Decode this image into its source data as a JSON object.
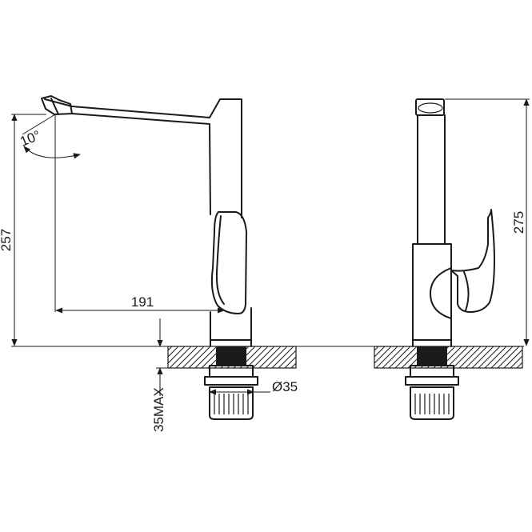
{
  "dimensions": {
    "spout_angle": "10°",
    "side_height": "257",
    "spout_reach": "191",
    "mount_diameter": "Ø35",
    "counter_thickness": "35MAX",
    "front_height": "275"
  }
}
